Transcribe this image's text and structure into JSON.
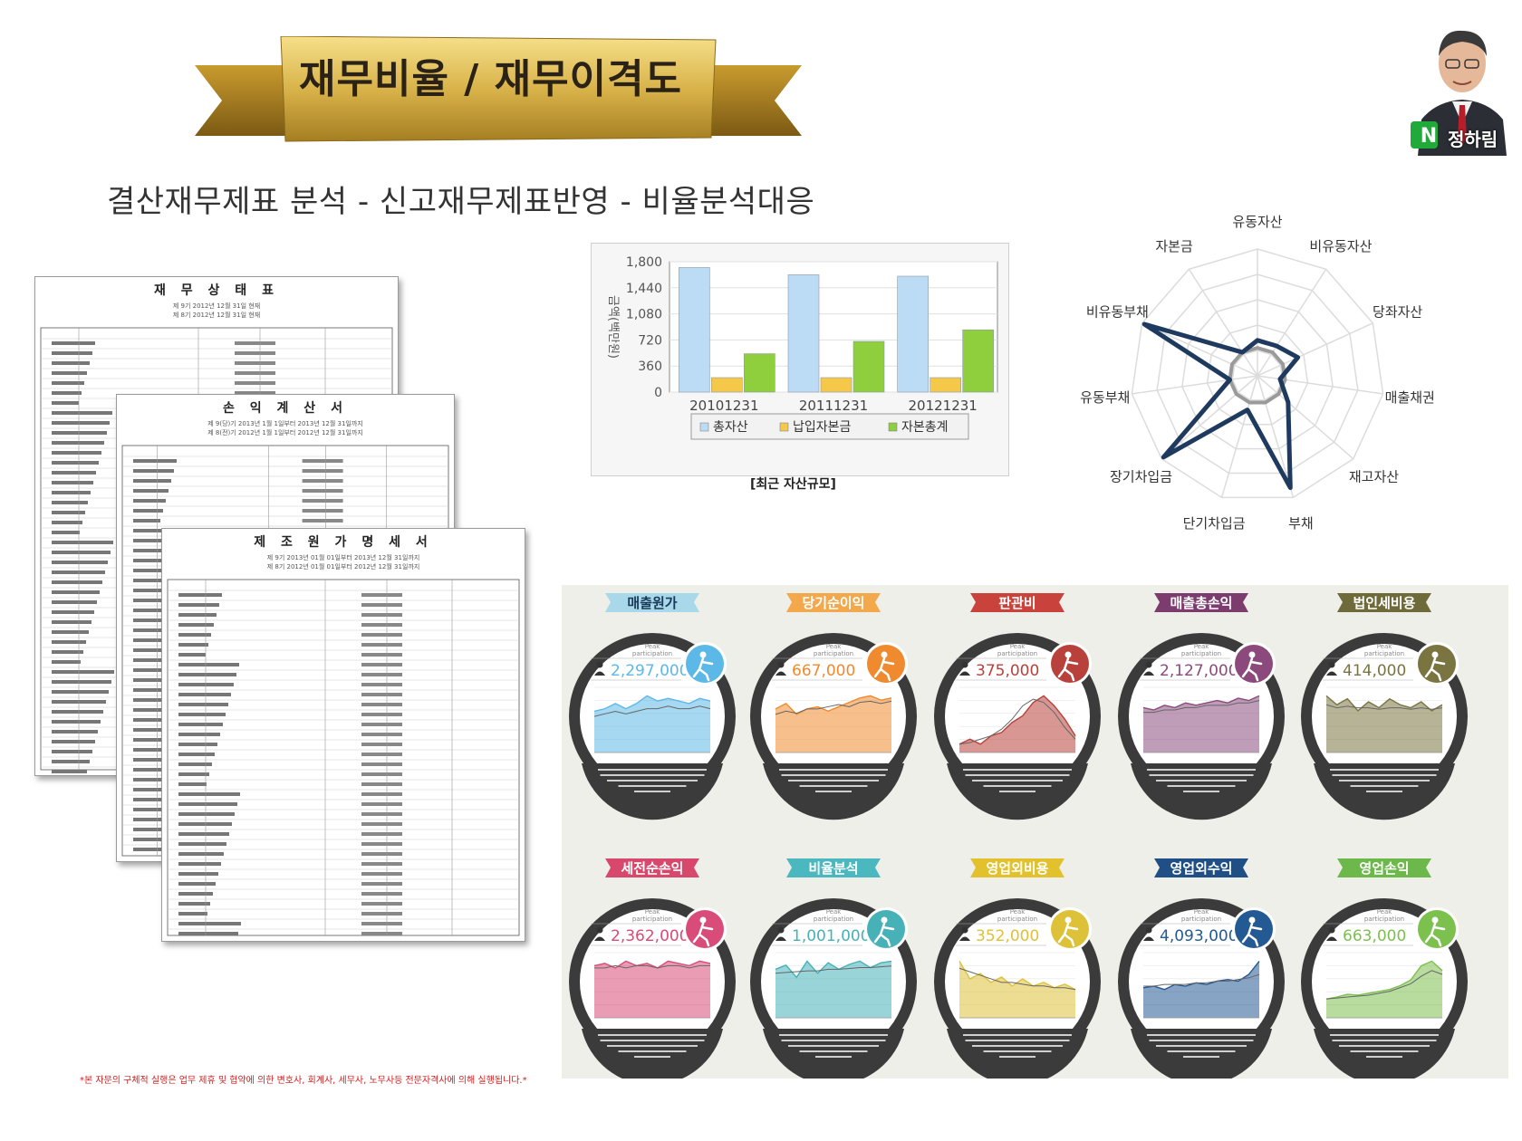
{
  "banner": {
    "title": "재무비율 / 재무이격도"
  },
  "profile": {
    "badge": "N",
    "name": "정하림"
  },
  "subtitle": "결산재무제표 분석 - 신고재무제표반영 - 비율분석대응",
  "documents": [
    {
      "title": "재 무 상 태 표",
      "sub1": "제 9기 2012년 12월 31일 현재",
      "sub2": "제 8기 2012년 12월 31일 현재"
    },
    {
      "title": "손 익 계 산 서",
      "sub1": "제 9(당)기 2013년 1월 1일부터 2013년 12월 31일까지",
      "sub2": "제 8(전)기 2012년 1월 1일부터 2012년 12월 31일까지"
    },
    {
      "title": "제 조 원 가 명 세 서",
      "sub1": "제 9기 2013년 01월 01일부터 2013년 12월 31일까지",
      "sub2": "제 8기 2012년 01월 01일부터 2012년 12월 31일까지"
    }
  ],
  "bar_chart": {
    "chart_data": {
      "type": "bar",
      "categories": [
        "20101231",
        "20111231",
        "20121231"
      ],
      "series": [
        {
          "name": "총자산",
          "values": [
            1720,
            1620,
            1600
          ],
          "color": "#bcdcf5"
        },
        {
          "name": "납입자본금",
          "values": [
            200,
            200,
            200
          ],
          "color": "#f6c84a"
        },
        {
          "name": "자본총계",
          "values": [
            530,
            700,
            860
          ],
          "color": "#8fce3c"
        }
      ],
      "ylabel": "금액(백만원)",
      "ylim": [
        0,
        1800
      ],
      "yticks": [
        "0",
        "360",
        "720",
        "1,080",
        "1,440",
        "1,800"
      ]
    },
    "caption": "[최근 자산규모]"
  },
  "radar": {
    "chart_data": {
      "type": "radar",
      "axes": [
        "유동자산",
        "비유동자산",
        "당좌자산",
        "매출채권",
        "재고자산",
        "부채",
        "단기차입금",
        "장기차입금",
        "유동부채",
        "비유동부채",
        "자본금"
      ],
      "series": [
        {
          "values": [
            0.28,
            0.28,
            0.35,
            0.18,
            0.32,
            0.92,
            0.28,
            0.98,
            0.22,
            0.98,
            0.22
          ],
          "color": "#1f3a5f"
        },
        {
          "values": [
            0.22,
            0.22,
            0.22,
            0.22,
            0.22,
            0.22,
            0.22,
            0.22,
            0.22,
            0.22,
            0.22
          ],
          "color": "#9a9a9a"
        }
      ],
      "rings": 5
    }
  },
  "infographics": [
    {
      "label": "매출원가",
      "tab": "#a8d8ea",
      "color": "#5cb8e6",
      "value": "2,297,000",
      "vals": [
        1.6,
        1.7,
        1.9,
        1.7,
        1.9,
        2.2,
        2.0,
        2.1,
        2.0,
        1.9,
        2.1,
        2.0
      ],
      "ref": [
        1.4,
        1.5,
        1.6,
        1.5,
        1.6,
        1.7,
        1.7,
        1.8,
        1.7,
        1.7,
        1.8,
        1.7
      ]
    },
    {
      "label": "당기순이익",
      "tab": "#f3a94b",
      "color": "#f08a2e",
      "value": "667,000",
      "vals": [
        0.4,
        0.45,
        0.35,
        0.4,
        0.42,
        0.38,
        0.42,
        0.46,
        0.5,
        0.52,
        0.48,
        0.5
      ],
      "ref": [
        0.35,
        0.38,
        0.36,
        0.4,
        0.4,
        0.42,
        0.44,
        0.42,
        0.46,
        0.47,
        0.45,
        0.47
      ]
    },
    {
      "label": "판관비",
      "tab": "#c9423b",
      "color": "#b8413b",
      "value": "375,000",
      "vals": [
        0.05,
        0.08,
        0.05,
        0.1,
        0.12,
        0.18,
        0.22,
        0.3,
        0.34,
        0.28,
        0.2,
        0.1
      ],
      "ref": [
        0.05,
        0.06,
        0.08,
        0.1,
        0.14,
        0.2,
        0.28,
        0.32,
        0.3,
        0.24,
        0.15,
        0.08
      ]
    },
    {
      "label": "매출총손익",
      "tab": "#7d3c6e",
      "color": "#8b4a7b",
      "value": "2,127,000",
      "vals": [
        1.9,
        1.8,
        2.0,
        1.9,
        2.1,
        2.0,
        2.1,
        2.2,
        2.1,
        2.3,
        2.2,
        2.4
      ],
      "ref": [
        1.7,
        1.7,
        1.8,
        1.8,
        1.9,
        1.9,
        2.0,
        2.0,
        2.0,
        2.1,
        2.1,
        2.2
      ]
    },
    {
      "label": "법인세비용",
      "tab": "#6f6a3a",
      "color": "#7a7440",
      "value": "414,000",
      "vals": [
        0.38,
        0.32,
        0.36,
        0.28,
        0.34,
        0.3,
        0.36,
        0.32,
        0.3,
        0.34,
        0.28,
        0.32
      ],
      "ref": [
        0.32,
        0.3,
        0.31,
        0.3,
        0.3,
        0.29,
        0.3,
        0.3,
        0.29,
        0.3,
        0.29,
        0.3
      ]
    },
    {
      "label": "세전순손익",
      "tab": "#d8486d",
      "color": "#d94b78",
      "value": "2,362,000",
      "vals": [
        2.3,
        2.4,
        2.2,
        2.5,
        2.3,
        2.4,
        2.2,
        2.5,
        2.4,
        2.3,
        2.5,
        2.4
      ],
      "ref": [
        2.2,
        2.2,
        2.3,
        2.2,
        2.3,
        2.3,
        2.2,
        2.3,
        2.3,
        2.2,
        2.3,
        2.3
      ]
    },
    {
      "label": "비율분석",
      "tab": "#4bb8c0",
      "color": "#46b2b8",
      "value": "1,001,000",
      "vals": [
        0.6,
        0.65,
        0.5,
        0.7,
        0.55,
        0.68,
        0.6,
        0.66,
        0.7,
        0.62,
        0.68,
        0.7
      ],
      "ref": [
        0.55,
        0.56,
        0.57,
        0.58,
        0.58,
        0.6,
        0.6,
        0.61,
        0.62,
        0.62,
        0.63,
        0.64
      ]
    },
    {
      "label": "영업외비용",
      "tab": "#e2c12c",
      "color": "#ddc138",
      "value": "352,000",
      "vals": [
        0.32,
        0.22,
        0.25,
        0.2,
        0.23,
        0.18,
        0.22,
        0.18,
        0.2,
        0.17,
        0.19,
        0.16
      ],
      "ref": [
        0.28,
        0.26,
        0.24,
        0.22,
        0.2,
        0.2,
        0.19,
        0.18,
        0.18,
        0.17,
        0.17,
        0.16
      ]
    },
    {
      "label": "영업외수익",
      "tab": "#1f4f84",
      "color": "#245a93",
      "value": "4,093,000",
      "vals": [
        1.8,
        1.9,
        1.7,
        2.0,
        1.9,
        2.1,
        2.0,
        2.2,
        2.3,
        2.2,
        2.6,
        3.4
      ],
      "ref": [
        1.9,
        1.9,
        2.0,
        2.0,
        2.0,
        2.1,
        2.1,
        2.2,
        2.2,
        2.3,
        2.4,
        2.6
      ]
    },
    {
      "label": "영업손익",
      "tab": "#6cb84a",
      "color": "#7cc04e",
      "value": "663,000",
      "vals": [
        0.2,
        0.22,
        0.25,
        0.24,
        0.26,
        0.28,
        0.3,
        0.34,
        0.4,
        0.55,
        0.6,
        0.5
      ],
      "ref": [
        0.2,
        0.21,
        0.22,
        0.23,
        0.24,
        0.26,
        0.28,
        0.32,
        0.36,
        0.44,
        0.5,
        0.46
      ]
    }
  ],
  "infographic_common": {
    "peak_label": "Peak",
    "peak_sub": "participation"
  },
  "footer_note": "*본 자문의 구체적 실행은 업무 제휴 및 협약에 의한 변호사, 회계사, 세무사, 노무사등 전문자격사에 의해 실행됩니다.*"
}
